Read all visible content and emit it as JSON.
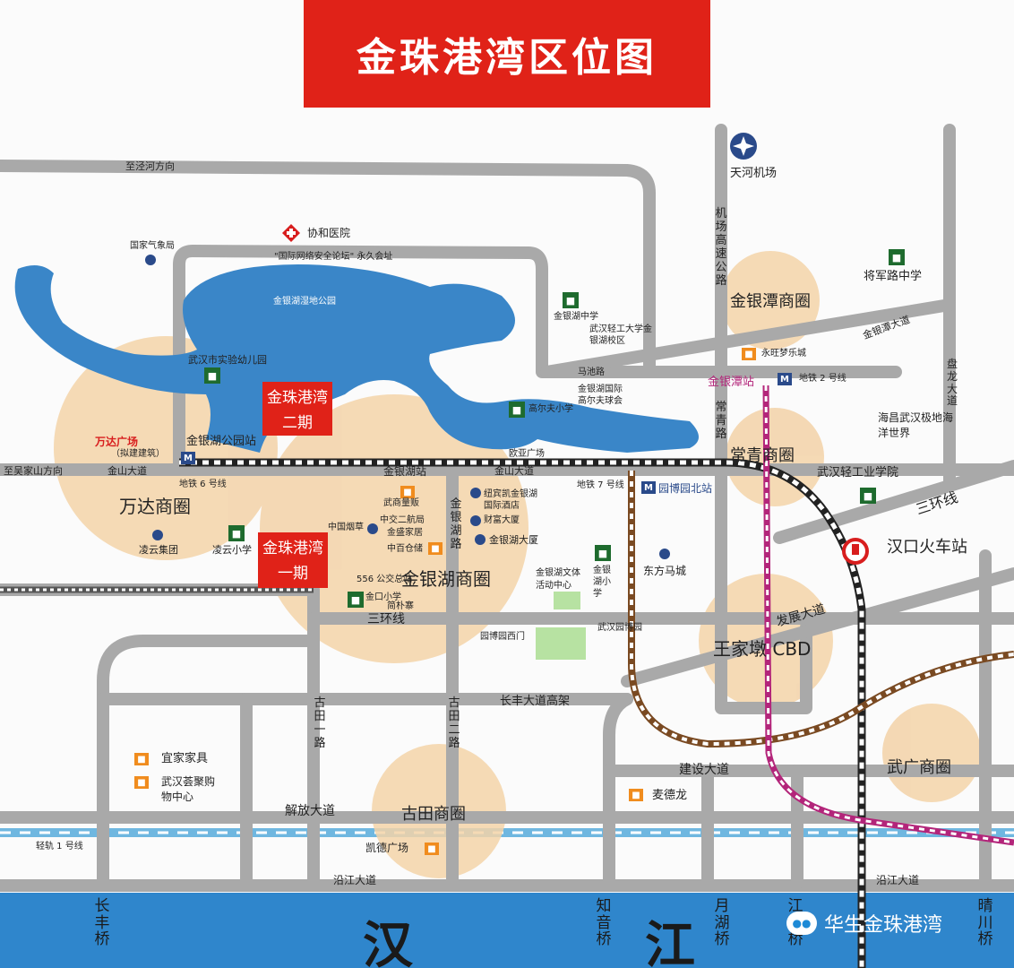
{
  "title": "金珠港湾区位图",
  "phases": {
    "phase2_line1": "金珠港湾",
    "phase2_line2": "二期",
    "phase1_line1": "金珠港湾",
    "phase1_line2": "一期"
  },
  "circles": {
    "wanda": "万达商圈",
    "jinyinhu": "金银湖商圈",
    "jinyintan": "金银潭商圈",
    "changqing": "常青商圈",
    "wangjiadun": "王家墩 CBD",
    "wuguang": "武广商圈",
    "gutian": "古田商圈"
  },
  "roads": {
    "zhijing": "至泾河方向",
    "jichang_gaosu": "机场高速公路",
    "jinshan_dadao": "金山大道",
    "zhiwujiashan": "至吴家山方向",
    "jinyinhu_road": "金银湖路",
    "sanhuan": "三环线",
    "sanhuan_east": "三环线",
    "fazhan": "发展大道",
    "jinyintan_road": "金银潭大道",
    "panlong": "盘龙大道",
    "changqing_road": "常青路",
    "changfeng_gaojia": "长丰大道高架",
    "gutian_1": "古田一路",
    "gutian_2": "古田二路",
    "jianshe": "建设大道",
    "jiefang": "解放大道",
    "yanjiang": "沿江大道",
    "yanjiang_east": "沿江大道",
    "maoshi": "马池路"
  },
  "transit": {
    "metro2": "地铁 2 号线",
    "metro6": "地铁 6 号线",
    "metro7": "地铁 7 号线",
    "light1": "轻轨 1 号线",
    "jinyintan_station": "金银潭站",
    "jinyinhu_park_station": "金银湖公园站",
    "jinyinhu_station": "金银湖站",
    "yuanboyuan_north": "园博园北站",
    "hankou_station": "汉口火车站",
    "airport": "天河机场",
    "bus": "556 公交总站"
  },
  "places": {
    "xiehe": "协和医院",
    "weather": "国家气象局",
    "forum": "\"国际网络安全论坛\" 永久会址",
    "wetland": "金银湖湿地公园",
    "kindergarten": "武汉市实验幼儿园",
    "jinyinhu_middle": "金银湖中学",
    "light_industry_campus": "武汉轻工大学金银湖校区",
    "jiangjun_middle": "将军路中学",
    "yongwang": "永旺梦乐城",
    "golf": "金银湖国际高尔夫球会",
    "golf_school": "高尔夫小学",
    "europe_square": "欧亚广场",
    "ocean_world": "海昌武汉极地海洋世界",
    "light_industry_college": "武汉轻工业学院",
    "wanda_plaza": "万达广场",
    "wanda_plaza_note": "（拟建建筑）",
    "lingyun_group": "凌云集团",
    "lingyun_school": "凌云小学",
    "wushang": "武商量贩",
    "zhongjiao": "中交二航局",
    "jinsheng": "金盛家居",
    "zhongbai": "中百仓储",
    "tobacco": "中国烟草",
    "jinyinhu_tower": "金银湖大厦",
    "caifu": "财富大厦",
    "hotel": "纽宾凯金银湖国际酒店",
    "dongfang_macheng": "东方马城",
    "culture_center": "金银湖文体活动中心",
    "jinyinhu_primary": "金银湖小学",
    "jinkou_primary": "金口小学",
    "jianpu": "简朴寨",
    "yuanboyuan_west": "园博园西门",
    "wuhan_yuanboyuan": "武汉园博园",
    "yijia": "宜家家具",
    "huiju": "武汉荟聚购物中心",
    "mcdonald": "麦德龙",
    "kaide": "凯德广场"
  },
  "river": {
    "han": "汉",
    "jiang": "江"
  },
  "bridges": {
    "changfeng": "长丰桥",
    "zhiyin": "知音桥",
    "yuehu": "月湖桥",
    "jianghan": "江汉桥",
    "qingchuan": "晴川桥"
  },
  "branding": {
    "wechat_icon": "wechat-icon",
    "wechat_name": "华生金珠港湾"
  },
  "colors": {
    "title_bg": "#e02218",
    "lake": "#3a86c8",
    "river": "#2f86cc",
    "road": "#a9a9a9",
    "circle": "#f3d3a8",
    "metro_line": "#222222",
    "metro7": "#7a4a22",
    "metro2": "#b3257a",
    "light_rail": "#6fb7e0"
  }
}
